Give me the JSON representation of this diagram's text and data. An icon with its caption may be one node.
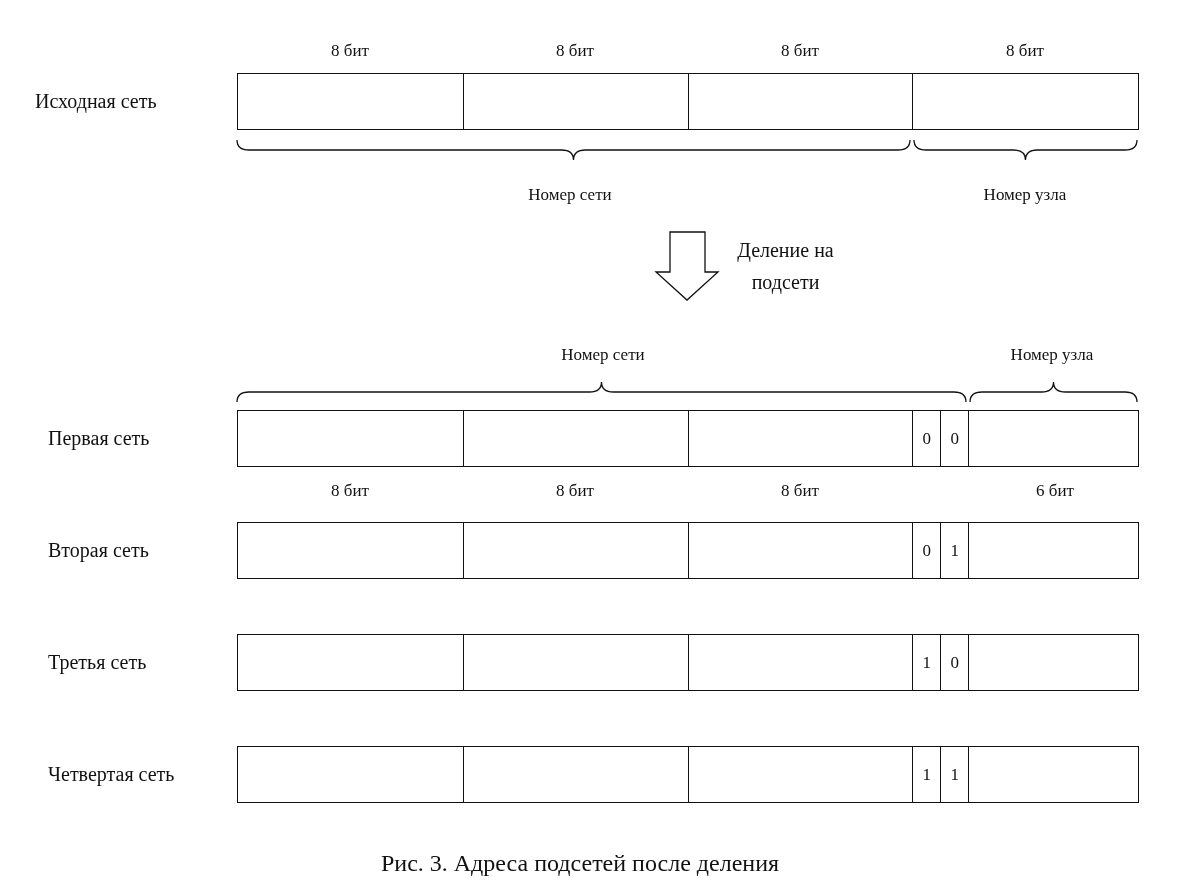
{
  "diagram": {
    "caption": "Рис. 3. Адреса подсетей после деления",
    "nodes": [
      {
        "text": [],
        "shape": "box"
      },
      {
        "text": [],
        "shape": "box"
      },
      {
        "text": [],
        "shape": "box"
      },
      {
        "text": [],
        "shape": "box"
      },
      {
        "text": [],
        "shape": "box"
      },
      {
        "text": [],
        "shape": "box"
      },
      {
        "text": [],
        "shape": "box"
      },
      {
        "text": [
          "0"
        ]
      },
      {
        "text": [
          "0"
        ]
      },
      {
        "text": [],
        "shape": "box"
      },
      {
        "text": [],
        "shape": "box"
      },
      {
        "text": [],
        "shape": "box"
      },
      {
        "text": [],
        "shape": "box"
      },
      {
        "text": [
          "0"
        ]
      },
      {
        "text": [
          "1"
        ]
      },
      {
        "text": [],
        "shape": "box"
      },
      {
        "text": [],
        "shape": "box"
      },
      {
        "text": [],
        "shape": "box"
      },
      {
        "text": [],
        "shape": "box"
      },
      {
        "text": [
          "1"
        ]
      },
      {
        "text": [
          "0"
        ]
      },
      {
        "text": [],
        "shape": "box"
      },
      {
        "text": [],
        "shape": "box"
      },
      {
        "text": [],
        "shape": "box"
      },
      {
        "text": [],
        "shape": "box"
      },
      {
        "text": [
          "1"
        ]
      },
      {
        "text": [
          "1"
        ]
      },
      {
        "text": [],
        "shape": "box"
      }
    ],
    "labels": [
      "8 бит",
      "8 бит",
      "8 бит",
      "8 бит",
      "Исходная сеть",
      "Номер сети",
      "Номер узла",
      "Деление на подсети",
      "Номер сети",
      "Номер узла",
      "Первая сеть",
      "8 бит",
      "8 бит",
      "8 бит",
      "6 бит",
      "Вторая сеть",
      "Третья сеть",
      "Четвертая сеть"
    ]
  }
}
